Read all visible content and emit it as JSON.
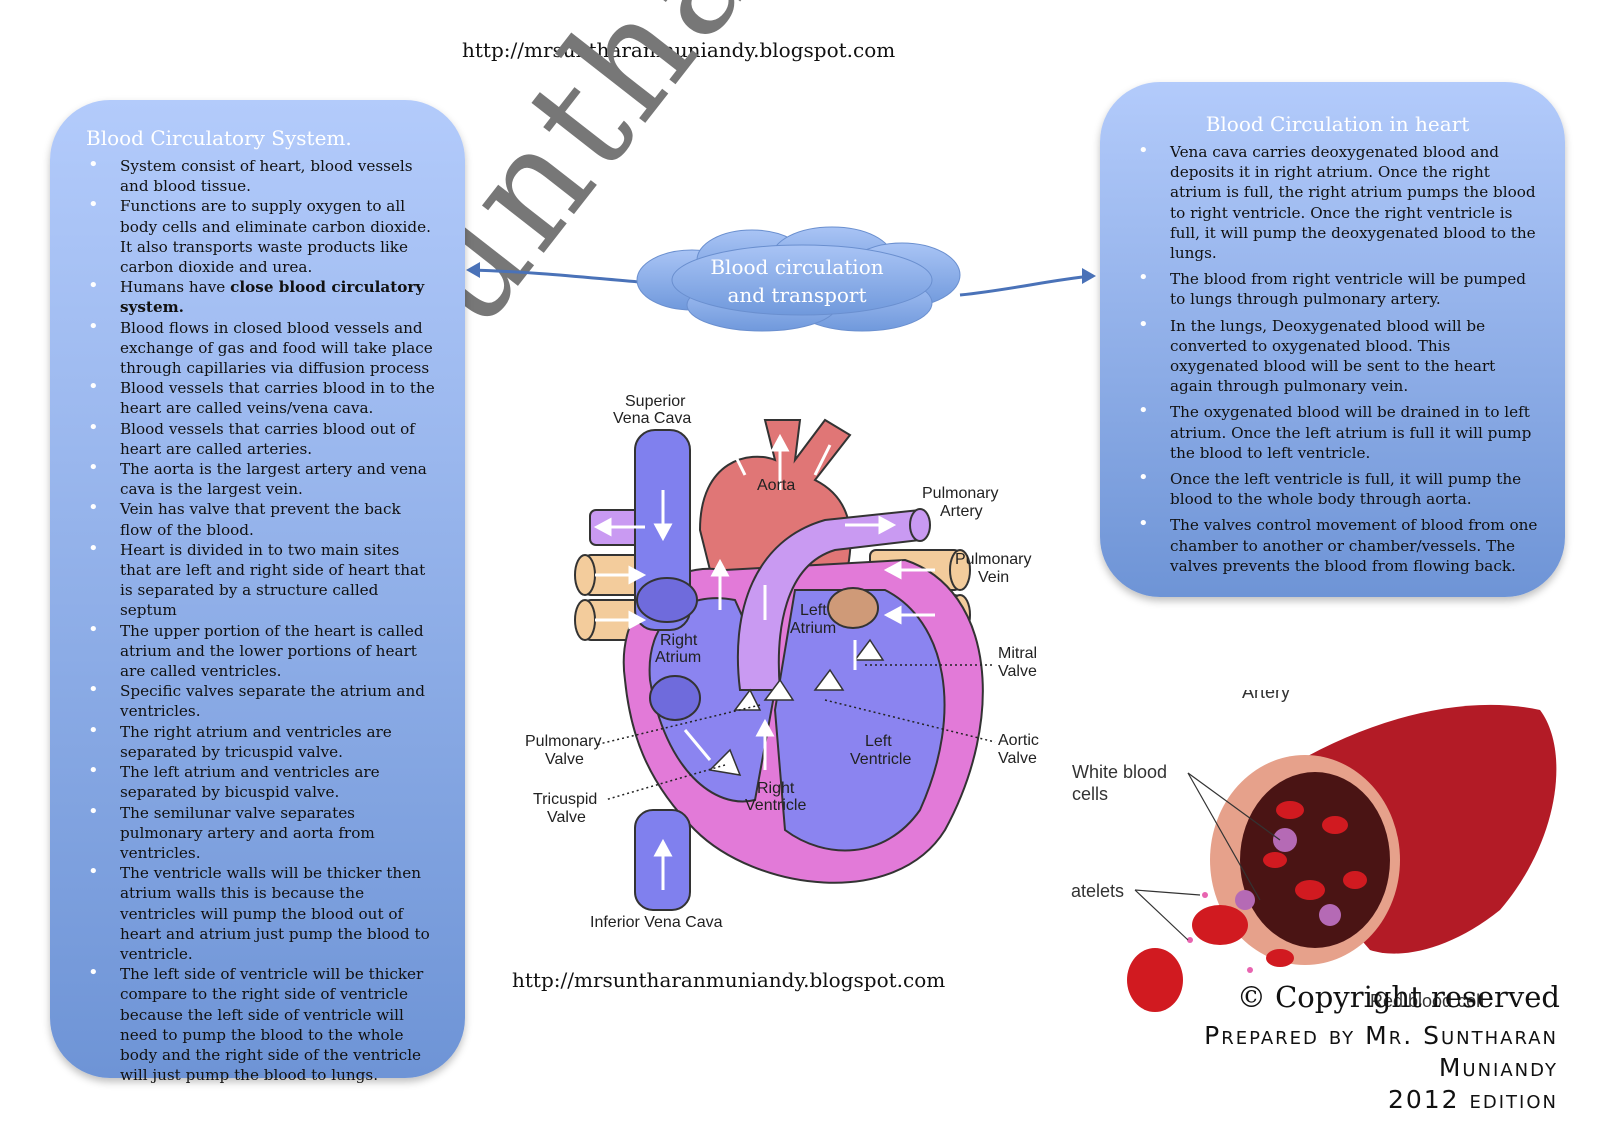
{
  "urls": {
    "top": "http://mrsuntharanmuniandy.blogspot.com",
    "bottom": "http://mrsuntharanmuniandy.blogspot.com"
  },
  "watermark": "Mr. Suntharan Muniandy",
  "center_topic": {
    "line1": "Blood circulation",
    "line2": "and transport"
  },
  "left_panel": {
    "title": "Blood Circulatory System.",
    "items": [
      "System consist of heart, blood vessels and blood tissue.",
      "Functions are to supply oxygen to all body cells and eliminate carbon dioxide. It also transports waste products like carbon dioxide and urea.",
      "Humans have",
      "Blood flows in closed blood vessels and exchange of gas and food will take place through capillaries via diffusion process",
      "Blood vessels that carries blood in to the heart are called veins/vena cava.",
      "Blood vessels that carries blood out of heart are called arteries.",
      "The aorta is the largest artery and vena cava is the largest vein.",
      "Vein has valve that prevent the back flow of the blood.",
      "Heart is divided in to two main sites that are left and right side of heart that is separated by a structure called septum",
      "The upper portion of the heart is called atrium and the lower portions of heart are called ventricles.",
      "Specific valves separate the atrium and ventricles.",
      "The right atrium and ventricles are separated by tricuspid valve.",
      "The left atrium and ventricles are separated by bicuspid valve.",
      "The semilunar valve separates pulmonary artery and aorta from ventricles.",
      "The ventricle walls will be thicker then atrium walls this is because the ventricles will pump the blood out of heart and atrium just pump the blood to ventricle.",
      "The left side of ventricle will be thicker compare to the right side of ventricle because the left side of ventricle will need to pump the blood to the whole body and the right side of the ventricle will just pump the blood to lungs."
    ],
    "bold_phrase": "close blood circulatory system."
  },
  "right_panel": {
    "title": "Blood Circulation in heart",
    "items": [
      "Vena cava carries deoxygenated blood and deposits it in right atrium. Once the right atrium is full, the right atrium pumps the blood to right ventricle. Once the right ventricle is full, it will pump the deoxygenated blood to the lungs.",
      "The blood from right ventricle will be pumped to lungs through pulmonary artery.",
      "In the lungs, Deoxygenated blood will be converted to oxygenated blood. This oxygenated blood will be sent to the heart again through pulmonary vein.",
      "The oxygenated blood will be drained in to left atrium. Once the left atrium is full it will pump the blood to left ventricle.",
      "Once the left ventricle is full, it will pump the blood to the whole body through aorta.",
      "The valves control movement of blood from one chamber to another or chamber/vessels. The valves prevents the blood from flowing back."
    ]
  },
  "heart_labels": {
    "superior_vena_cava_1": "Superior",
    "superior_vena_cava_2": "Vena Cava",
    "aorta": "Aorta",
    "pulmonary_artery_1": "Pulmonary",
    "pulmonary_artery_2": "Artery",
    "pulmonary_vein_1": "Pulmonary",
    "pulmonary_vein_2": "Vein",
    "left_atrium_1": "Left",
    "left_atrium_2": "Atrium",
    "right_atrium_1": "Right",
    "right_atrium_2": "Atrium",
    "mitral_valve_1": "Mitral",
    "mitral_valve_2": "Valve",
    "aortic_valve_1": "Aortic",
    "aortic_valve_2": "Valve",
    "pulmonary_valve_1": "Pulmonary",
    "pulmonary_valve_2": "Valve",
    "tricuspid_valve_1": "Tricuspid",
    "tricuspid_valve_2": "Valve",
    "left_ventricle_1": "Left",
    "left_ventricle_2": "Ventricle",
    "right_ventricle_1": "Right",
    "right_ventricle_2": "Ventricle",
    "inferior_vena_cava": "Inferior Vena Cava"
  },
  "artery_labels": {
    "artery": "Artery",
    "white_blood_cells_1": "White blood",
    "white_blood_cells_2": "cells",
    "platelets": "Platelets",
    "red_blood_cell": "Red blood cell"
  },
  "copyright": "© Copyright reserved",
  "credits": {
    "line1": "Prepared by Mr. Suntharan",
    "line2": "Muniandy",
    "line3": "2012 edition"
  },
  "colors": {
    "panel_top": "#b3cbfb",
    "panel_bottom": "#6e94d6",
    "vena_cava": "#8080ee",
    "aorta": "#e07070",
    "pulmonary_artery": "#c890f0",
    "pulmonary_vein": "#f0c898",
    "heart_wall": "#e070d8"
  }
}
